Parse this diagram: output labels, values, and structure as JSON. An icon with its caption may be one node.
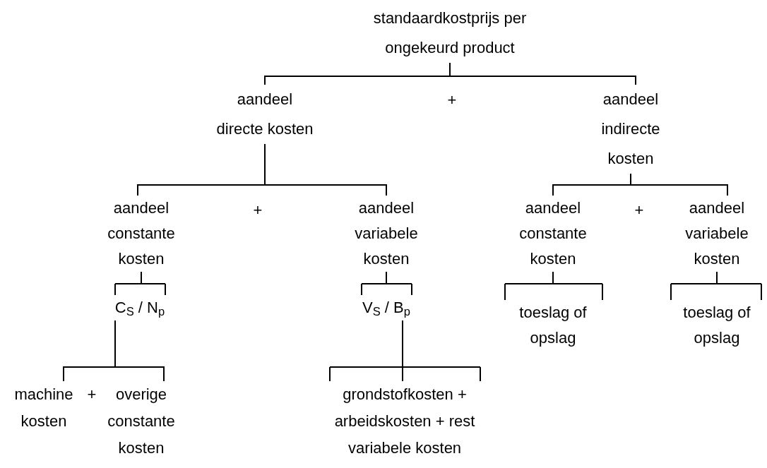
{
  "diagram": {
    "nodes": [
      {
        "text": [
          "standaardkostprijs per ongekeurd product"
        ]
      },
      {
        "text": [
          "aandeel directe kosten"
        ]
      },
      {
        "text": [
          "aandeel indirecte kosten"
        ]
      },
      {
        "text": [
          "aandeel constante kosten"
        ]
      },
      {
        "text": [
          "aandeel variabele kosten"
        ]
      },
      {
        "text": [
          "aandeel constante kosten"
        ]
      },
      {
        "text": [
          "aandeel variabele kosten"
        ]
      },
      {
        "text": [
          "C$_{S}$ / N$_{p}$"
        ]
      },
      {
        "text": [
          "V$_{S}$ / B$_{p}$"
        ]
      },
      {
        "text": [
          "toeslag of opslag"
        ]
      },
      {
        "text": [
          "toeslag of opslag"
        ]
      },
      {
        "text": [
          "machine kosten"
        ]
      },
      {
        "text": [
          "overige constante kosten"
        ]
      },
      {
        "text": [
          "grondstofkosten + arbeidskosten + rest variabele kosten"
        ]
      }
    ],
    "edges": [
      {
        "from": 0,
        "to": 1,
        "arrow": "none"
      },
      {
        "from": 0,
        "to": 2,
        "arrow": "none"
      },
      {
        "from": 1,
        "to": 3,
        "arrow": "none"
      },
      {
        "from": 1,
        "to": 4,
        "arrow": "none"
      },
      {
        "from": 2,
        "to": 5,
        "arrow": "none"
      },
      {
        "from": 2,
        "to": 6,
        "arrow": "none"
      },
      {
        "from": 3,
        "to": 7,
        "arrow": "none"
      },
      {
        "from": 4,
        "to": 8,
        "arrow": "none"
      },
      {
        "from": 5,
        "to": 9,
        "arrow": "none"
      },
      {
        "from": 6,
        "to": 10,
        "arrow": "none"
      },
      {
        "from": 7,
        "to": 11,
        "arrow": "none"
      },
      {
        "from": 7,
        "to": 12,
        "arrow": "none"
      },
      {
        "from": 8,
        "to": 13,
        "arrow": "none"
      }
    ],
    "labels": [
      "+",
      "+",
      "+",
      "+"
    ]
  }
}
